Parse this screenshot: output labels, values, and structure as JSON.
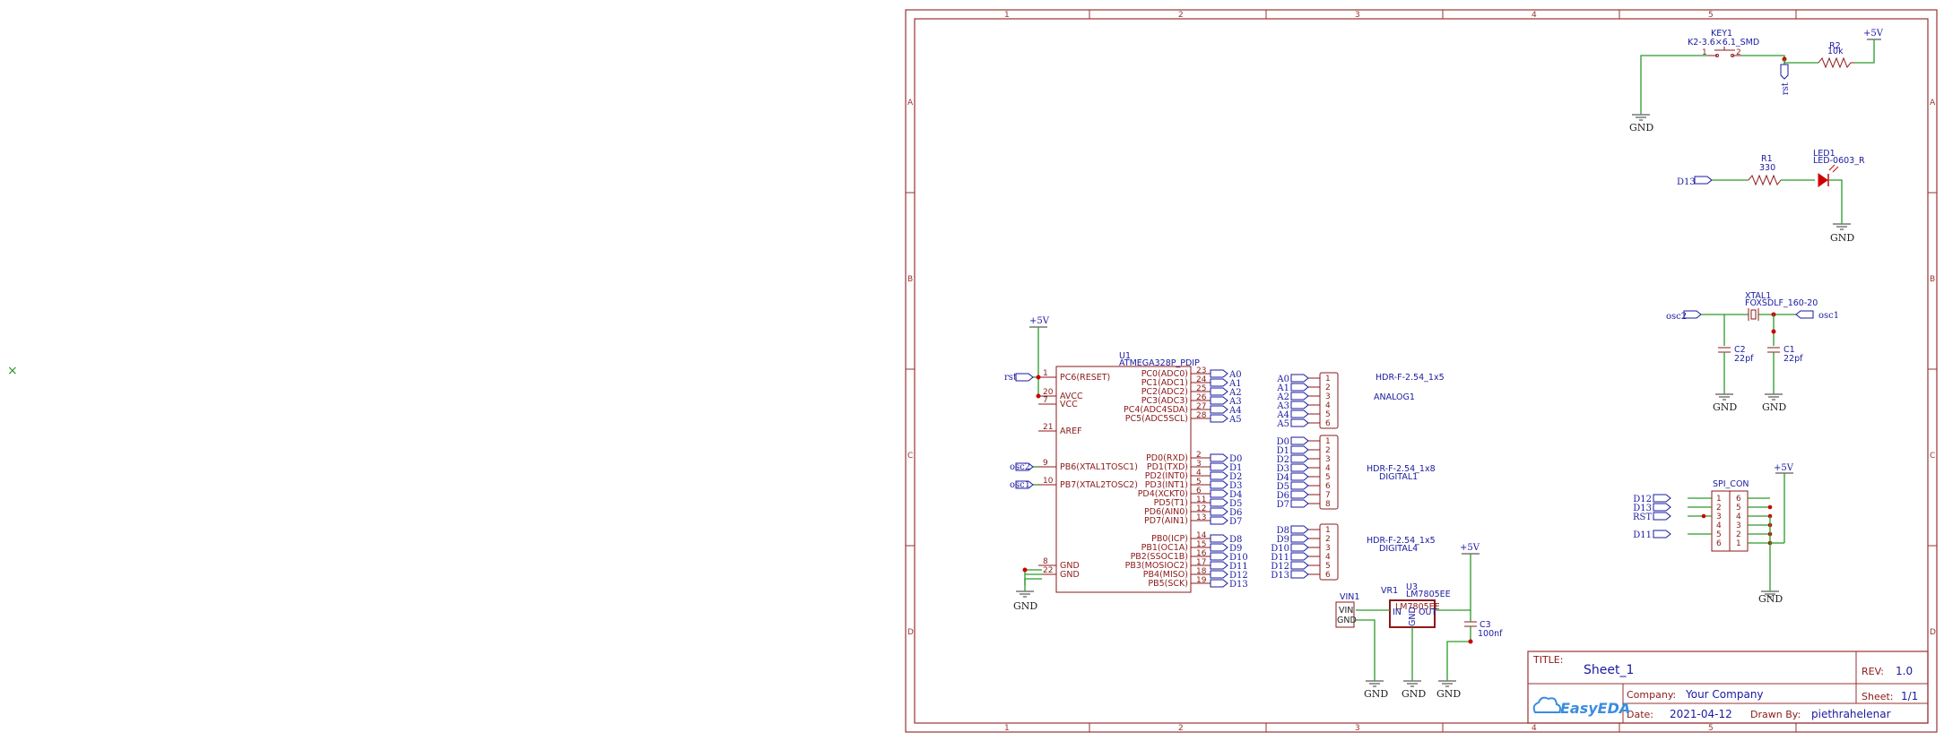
{
  "marker": "×",
  "zones": {
    "columns": [
      "1",
      "2",
      "3",
      "4",
      "5"
    ],
    "rows": [
      "A",
      "B",
      "C",
      "D"
    ]
  },
  "mcu": {
    "ref": "U1",
    "value": "ATMEGA328P_PDIP",
    "left_pins": [
      {
        "num": "1",
        "name": "PC6(RESET)",
        "net": "rst"
      },
      {
        "num": "20",
        "name": "AVCC",
        "net": ""
      },
      {
        "num": "7",
        "name": "VCC",
        "net": ""
      },
      {
        "num": "21",
        "name": "AREF",
        "net": ""
      },
      {
        "num": "9",
        "name": "PB6(XTAL1TOSC1)",
        "net": "osc2"
      },
      {
        "num": "10",
        "name": "PB7(XTAL2TOSC2)",
        "net": "osc1"
      },
      {
        "num": "8",
        "name": "GND",
        "net": ""
      },
      {
        "num": "22",
        "name": "GND",
        "net": ""
      }
    ],
    "right_pins": [
      {
        "num": "23",
        "name": "PC0(ADC0)",
        "net": "A0"
      },
      {
        "num": "24",
        "name": "PC1(ADC1)",
        "net": "A1"
      },
      {
        "num": "25",
        "name": "PC2(ADC2)",
        "net": "A2"
      },
      {
        "num": "26",
        "name": "PC3(ADC3)",
        "net": "A3"
      },
      {
        "num": "27",
        "name": "PC4(ADC4SDA)",
        "net": "A4"
      },
      {
        "num": "28",
        "name": "PC5(ADC5SCL)",
        "net": "A5"
      },
      {
        "num": "2",
        "name": "PD0(RXD)",
        "net": "D0"
      },
      {
        "num": "3",
        "name": "PD1(TXD)",
        "net": "D1"
      },
      {
        "num": "4",
        "name": "PD2(INT0)",
        "net": "D2"
      },
      {
        "num": "5",
        "name": "PD3(INT1)",
        "net": "D3"
      },
      {
        "num": "6",
        "name": "PD4(XCKT0)",
        "net": "D4"
      },
      {
        "num": "11",
        "name": "PD5(T1)",
        "net": "D5"
      },
      {
        "num": "12",
        "name": "PD6(AIN0)",
        "net": "D6"
      },
      {
        "num": "13",
        "name": "PD7(AIN1)",
        "net": "D7"
      },
      {
        "num": "14",
        "name": "PB0(ICP)",
        "net": "D8"
      },
      {
        "num": "15",
        "name": "PB1(OC1A)",
        "net": "D9"
      },
      {
        "num": "16",
        "name": "PB2(SSOC1B)",
        "net": "D10"
      },
      {
        "num": "17",
        "name": "PB3(MOSIOC2)",
        "net": "D11"
      },
      {
        "num": "18",
        "name": "PB4(MISO)",
        "net": "D12"
      },
      {
        "num": "19",
        "name": "PB5(SCK)",
        "net": "D13"
      }
    ]
  },
  "headers": [
    {
      "ref": "ANALOG1",
      "value": "HDR-F-2.54_1x5",
      "nets": [
        "A0",
        "A1",
        "A2",
        "A3",
        "A4",
        "A5"
      ]
    },
    {
      "ref": "DIGITAL1",
      "value": "HDR-F-2.54_1x8",
      "nets": [
        "D0",
        "D1",
        "D2",
        "D3",
        "D4",
        "D5",
        "D6",
        "D7"
      ]
    },
    {
      "ref": "DIGITAL4",
      "value": "HDR-F-2.54_1x5",
      "nets": [
        "D8",
        "D9",
        "D10",
        "D11",
        "D12",
        "D13"
      ]
    }
  ],
  "key": {
    "ref": "KEY1",
    "value": "K2-3.6×6.1_SMD",
    "pin1": "1",
    "pin2": "2"
  },
  "r2": {
    "ref": "R2",
    "value": "10k"
  },
  "r1": {
    "ref": "R1",
    "value": "330"
  },
  "led": {
    "ref": "LED1",
    "value": "LED-0603_R"
  },
  "xtal": {
    "ref": "XTAL1",
    "value": "FOXSDLF_160-20"
  },
  "c2": {
    "ref": "C2",
    "value": "22pf"
  },
  "c1": {
    "ref": "C1",
    "value": "22pf"
  },
  "c3": {
    "ref": "C3",
    "value": "100nf"
  },
  "spi": {
    "ref": "SPI_CON",
    "nets": [
      "D12",
      "D13",
      "RST",
      "",
      "D11",
      ""
    ],
    "left_nums": [
      "1",
      "2",
      "3",
      "4",
      "5",
      "6"
    ],
    "right_nums": [
      "6",
      "5",
      "4",
      "3",
      "2",
      "1"
    ]
  },
  "vreg": {
    "ref": "U3",
    "value": "LM7805EE",
    "body": "LM7805EE",
    "pin_in": "IN",
    "pin_gnd": "GND",
    "pin_out": "OUT",
    "vr_label": "VR1"
  },
  "vin": {
    "ref": "VIN1",
    "pins": [
      "VIN",
      "GND"
    ]
  },
  "nets": {
    "gnd": "GND",
    "vcc": "+5V",
    "rst": "rst",
    "d13": "D13",
    "osc1": "osc1",
    "osc2": "osc2"
  },
  "title_block": {
    "title_label": "TITLE:",
    "title": "Sheet_1",
    "rev_label": "REV:",
    "rev": "1.0",
    "company_label": "Company:",
    "company": "Your Company",
    "sheet_label": "Sheet:",
    "sheet": "1/1",
    "date_label": "Date:",
    "date": "2021-04-12",
    "drawn_label": "Drawn By:",
    "drawn": "piethrahelenar",
    "logo": "EasyEDA"
  },
  "colors": {
    "frame": "#993333",
    "wire": "#2a9a2a",
    "part": "#8b1a1a",
    "label": "#1a1aa0",
    "junction": "#cc0000"
  }
}
